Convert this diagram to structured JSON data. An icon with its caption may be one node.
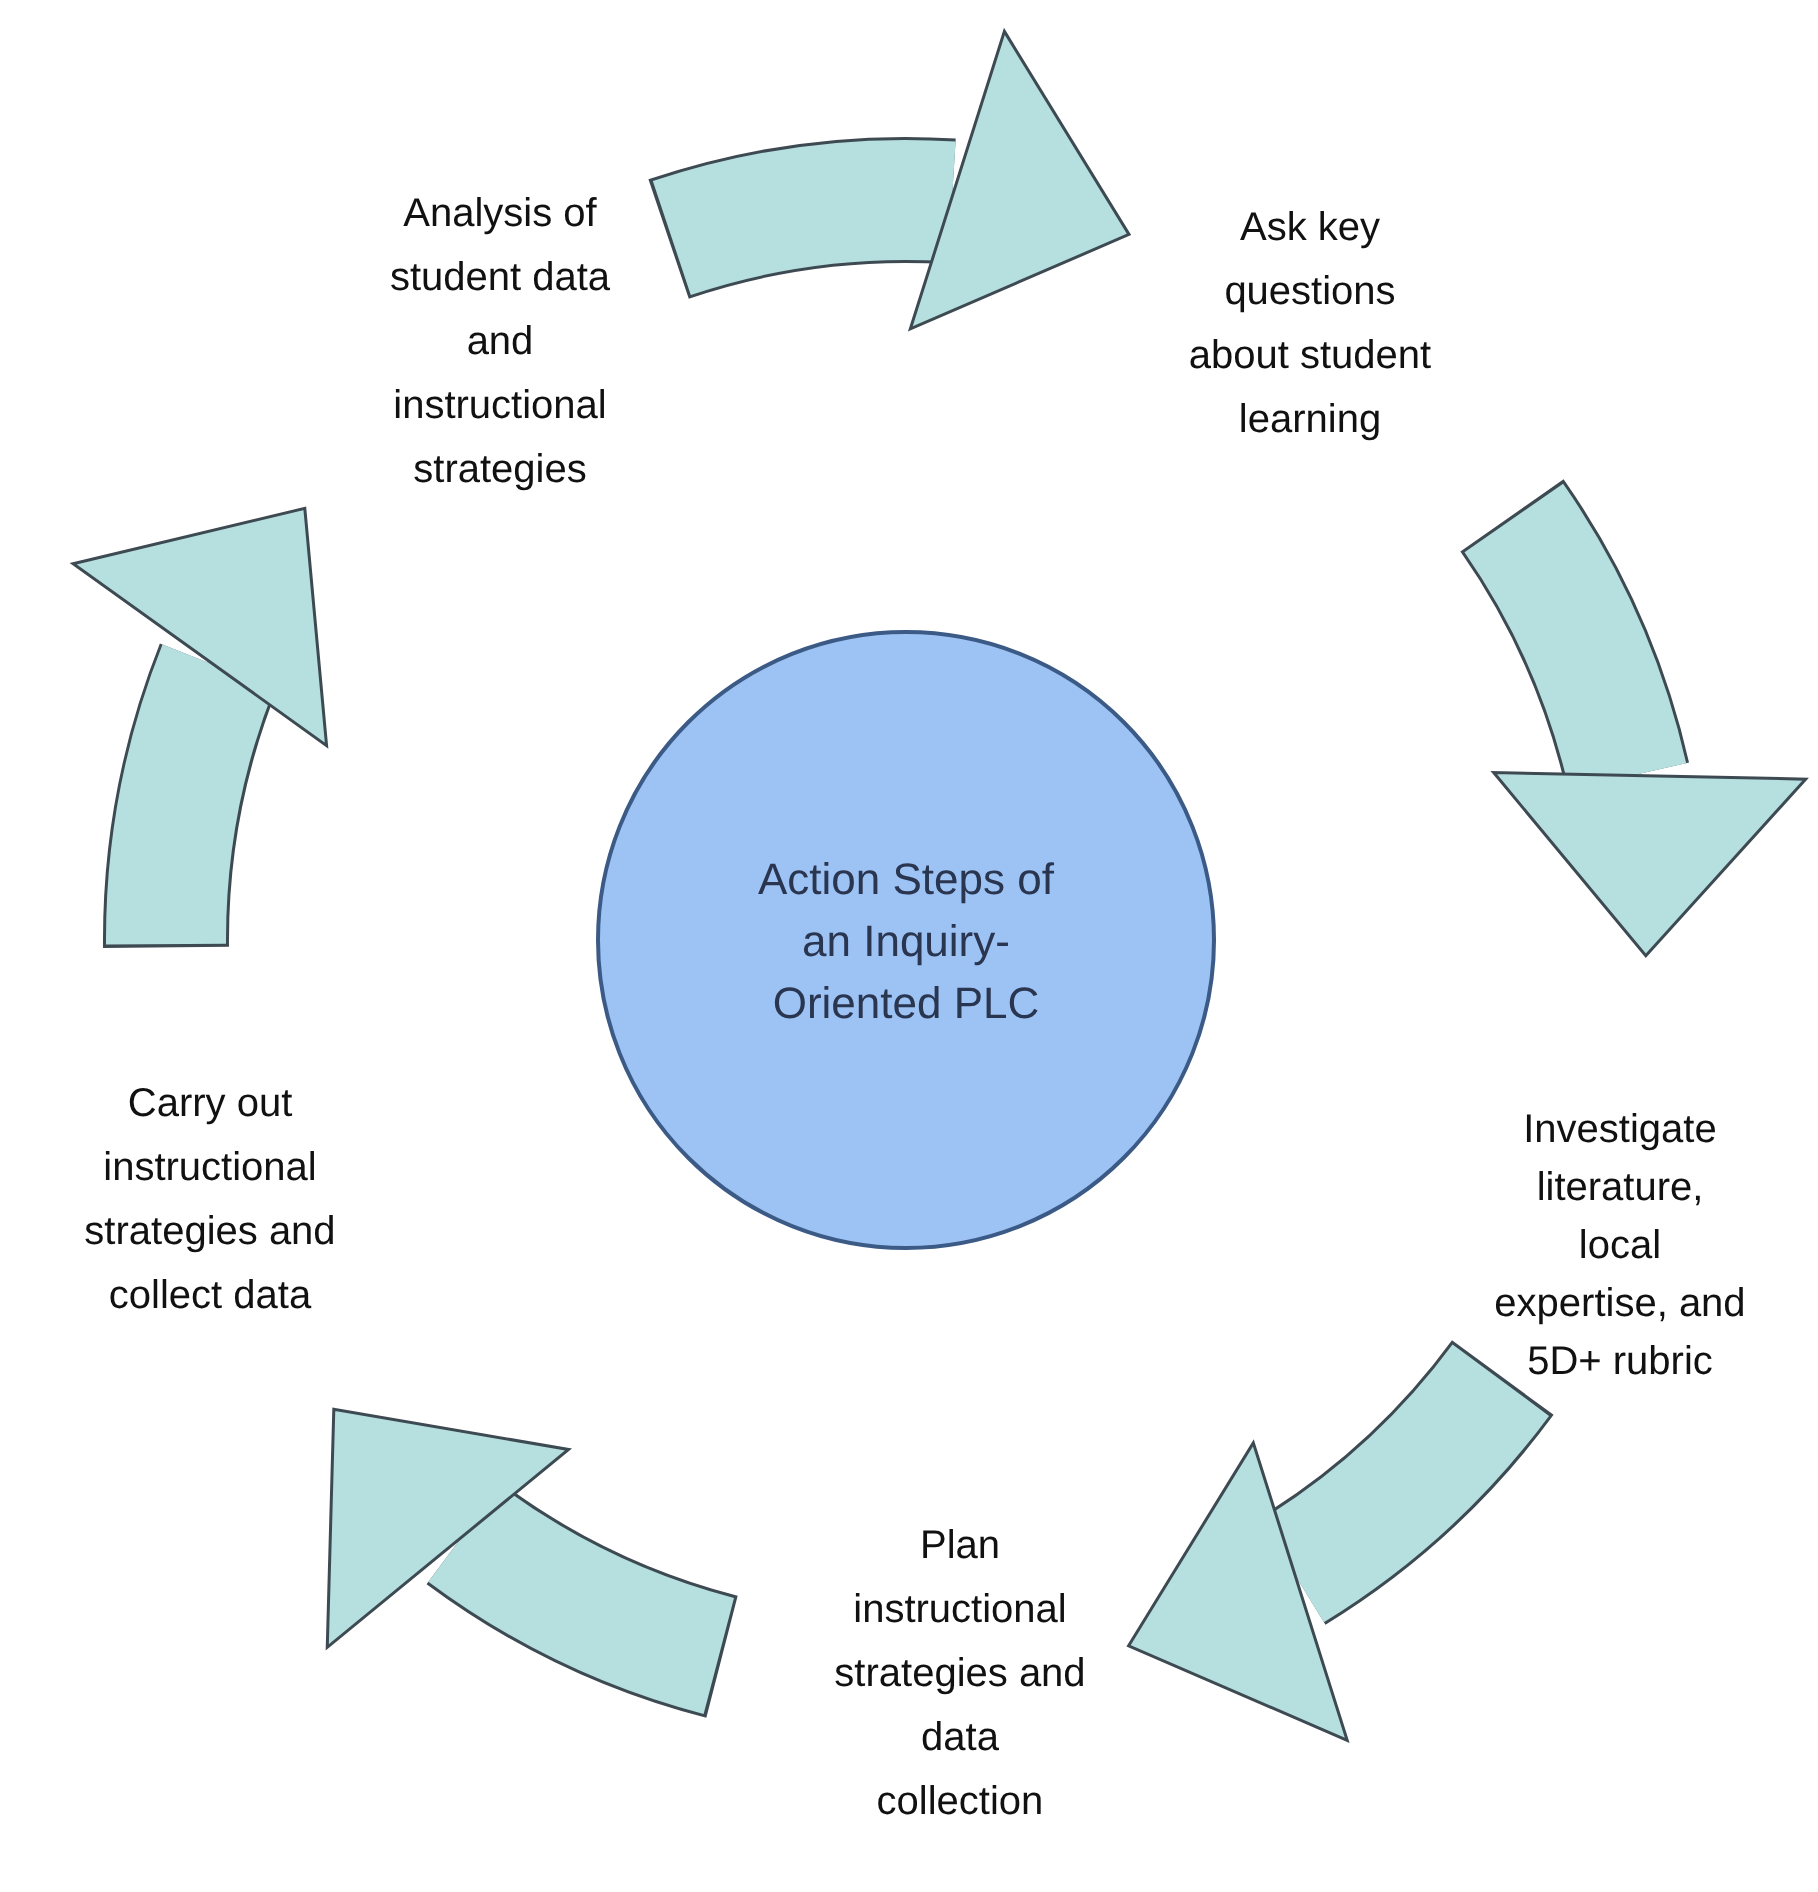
{
  "diagram": {
    "nodes": [
      {
        "text": [
          "Action Steps of an Inquiry-Oriented PLC"
        ]
      },
      {
        "text": [
          "Analysis of student data and instructional strategies"
        ]
      },
      {
        "text": [
          "Ask key questions about student learning"
        ]
      },
      {
        "text": [
          "Investigate literature, local expertise, and 5D+ rubric"
        ]
      },
      {
        "text": [
          "Plan instructional strategies and data collection"
        ]
      },
      {
        "text": [
          "Carry out instructional strategies and collect data"
        ]
      }
    ],
    "edges": [
      {
        "from": 1,
        "to": 2,
        "arrow": "to"
      },
      {
        "from": 2,
        "to": 3,
        "arrow": "to"
      },
      {
        "from": 3,
        "to": 4,
        "arrow": "to"
      },
      {
        "from": 4,
        "to": 5,
        "arrow": "to"
      },
      {
        "from": 5,
        "to": 1,
        "arrow": "to"
      }
    ]
  }
}
